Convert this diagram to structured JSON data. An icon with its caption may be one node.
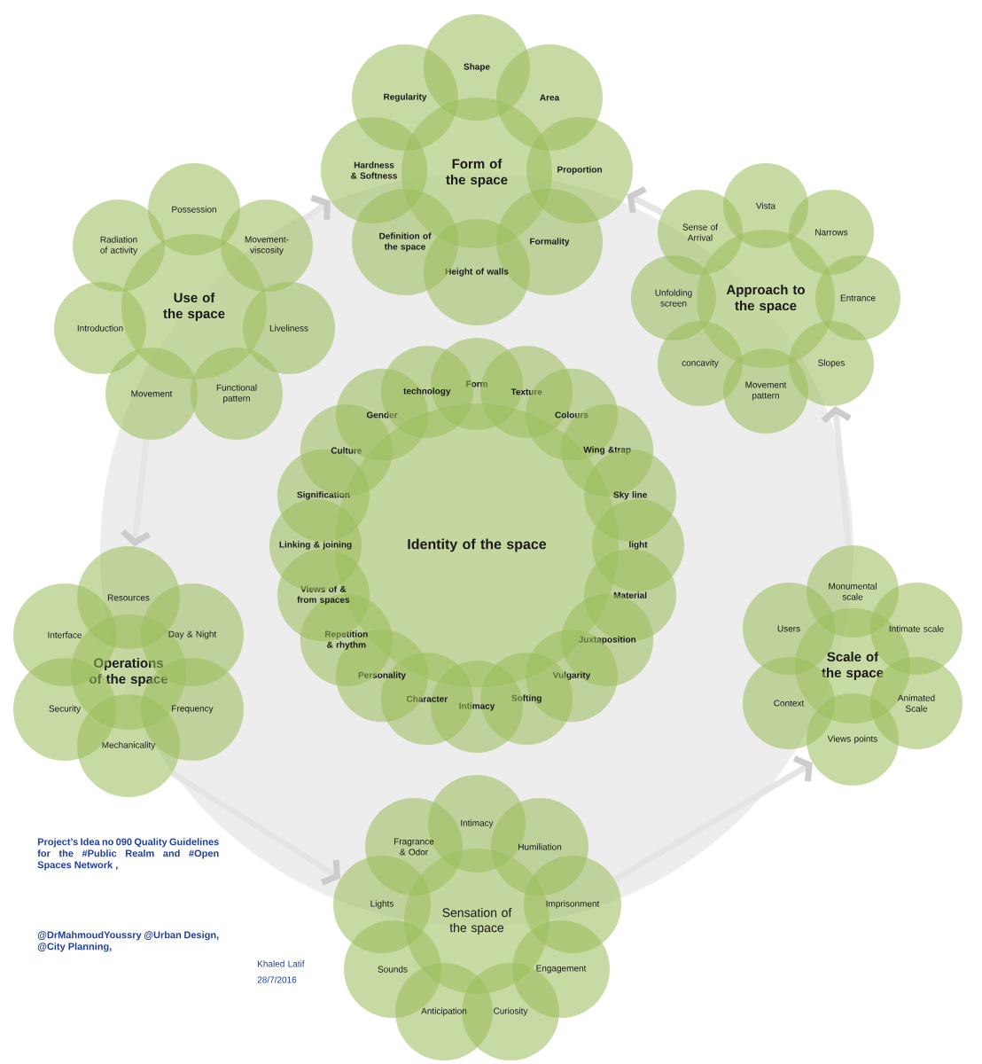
{
  "diagram": {
    "nodes": [
      {
        "text": [
          "Form of the space"
        ]
      },
      {
        "text": [
          "Shape"
        ]
      },
      {
        "text": [
          "Area"
        ]
      },
      {
        "text": [
          "Proportion"
        ]
      },
      {
        "text": [
          "Formality"
        ]
      },
      {
        "text": [
          "Height of walls"
        ]
      },
      {
        "text": [
          "Definition of the space"
        ]
      },
      {
        "text": [
          "Hardness & Softness"
        ]
      },
      {
        "text": [
          "Regularity"
        ]
      },
      {
        "text": [
          "Use of the space"
        ]
      },
      {
        "text": [
          "Possession"
        ]
      },
      {
        "text": [
          "Movement- viscosity"
        ]
      },
      {
        "text": [
          "Liveliness"
        ]
      },
      {
        "text": [
          "Functional pattern"
        ]
      },
      {
        "text": [
          "Movement"
        ]
      },
      {
        "text": [
          "Introduction"
        ]
      },
      {
        "text": [
          "Radiation of activity"
        ]
      },
      {
        "text": [
          "Approach to the space"
        ]
      },
      {
        "text": [
          "Vista"
        ]
      },
      {
        "text": [
          "Narrows"
        ]
      },
      {
        "text": [
          "Entrance"
        ]
      },
      {
        "text": [
          "Slopes"
        ]
      },
      {
        "text": [
          "Movement pattern"
        ]
      },
      {
        "text": [
          "concavity"
        ]
      },
      {
        "text": [
          "Unfolding screen"
        ]
      },
      {
        "text": [
          "Sense of Arrival"
        ]
      },
      {
        "text": [
          "Identity of the space"
        ]
      },
      {
        "text": [
          "Form"
        ]
      },
      {
        "text": [
          "Texture"
        ]
      },
      {
        "text": [
          "Colours"
        ]
      },
      {
        "text": [
          "Wing &trap"
        ]
      },
      {
        "text": [
          "Sky line"
        ]
      },
      {
        "text": [
          "light"
        ]
      },
      {
        "text": [
          "Material"
        ]
      },
      {
        "text": [
          "Juxtaposition"
        ]
      },
      {
        "text": [
          "Vulgarity"
        ]
      },
      {
        "text": [
          "Softing"
        ]
      },
      {
        "text": [
          "Intimacy"
        ]
      },
      {
        "text": [
          "Character"
        ]
      },
      {
        "text": [
          "Personality"
        ]
      },
      {
        "text": [
          "Repetition & rhythm"
        ]
      },
      {
        "text": [
          "Views of & from spaces"
        ]
      },
      {
        "text": [
          "Linking & joining"
        ]
      },
      {
        "text": [
          "Signification"
        ]
      },
      {
        "text": [
          "Culture"
        ]
      },
      {
        "text": [
          "Gender"
        ]
      },
      {
        "text": [
          "technology"
        ]
      },
      {
        "text": [
          "Operations of the space"
        ]
      },
      {
        "text": [
          "Resources"
        ]
      },
      {
        "text": [
          "Day & Night"
        ]
      },
      {
        "text": [
          "Frequency"
        ]
      },
      {
        "text": [
          "Mechanicality"
        ]
      },
      {
        "text": [
          "Security"
        ]
      },
      {
        "text": [
          "Interface"
        ]
      },
      {
        "text": [
          "Scale of the space"
        ]
      },
      {
        "text": [
          "Monumental scale"
        ]
      },
      {
        "text": [
          "Intimate scale"
        ]
      },
      {
        "text": [
          "Animated Scale"
        ]
      },
      {
        "text": [
          "Views points"
        ]
      },
      {
        "text": [
          "Context"
        ]
      },
      {
        "text": [
          "Users"
        ]
      },
      {
        "text": [
          "Sensation of the space"
        ]
      },
      {
        "text": [
          "Intimacy"
        ]
      },
      {
        "text": [
          "Humiliation"
        ]
      },
      {
        "text": [
          "Imprisonment"
        ]
      },
      {
        "text": [
          "Engagement"
        ]
      },
      {
        "text": [
          "Curiosity"
        ]
      },
      {
        "text": [
          "Anticipation"
        ]
      },
      {
        "text": [
          "Sounds"
        ]
      },
      {
        "text": [
          "Lights"
        ]
      },
      {
        "text": [
          "Fragrance & Odor"
        ]
      }
    ],
    "edges": [
      {
        "from": 25,
        "to": 3,
        "arrow": "to"
      },
      {
        "from": 11,
        "to": 7,
        "arrow": "to"
      },
      {
        "from": 14,
        "to": 48,
        "arrow": "to"
      },
      {
        "from": 51,
        "to": 69,
        "arrow": "to"
      },
      {
        "from": 64,
        "to": 58,
        "arrow": "to"
      },
      {
        "from": 55,
        "to": 21,
        "arrow": "to"
      }
    ],
    "labels": [
      "Project’s Idea no 090 Quality Guidelines for the #Public Realm and #Open Spaces Network ,",
      "@DrMahmoudYoussry @Urban Design, @City Planning,",
      "Khaled Latif",
      "28/7/2016"
    ]
  }
}
